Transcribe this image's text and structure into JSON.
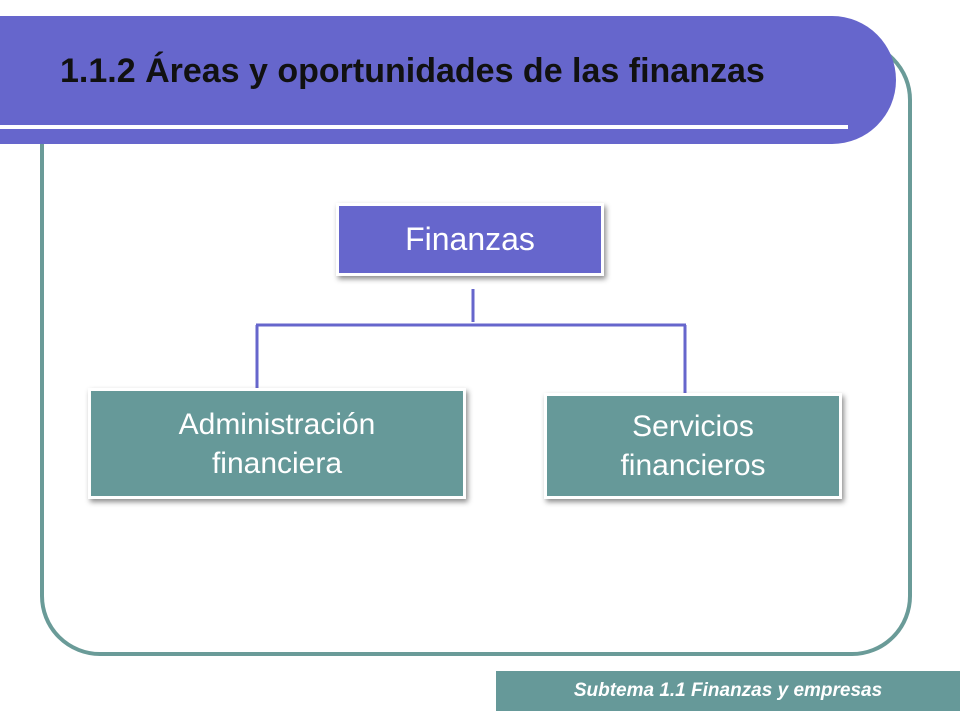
{
  "slide": {
    "title": "1.1.2 Áreas y oportunidades de las finanzas",
    "footer": "Subtema 1.1 Finanzas y empresas"
  },
  "diagram": {
    "root": {
      "label": "Finanzas"
    },
    "children": [
      {
        "line1": "Administración",
        "line2": "financiera"
      },
      {
        "line1": "Servicios",
        "line2": "financieros"
      }
    ]
  },
  "colors": {
    "banner": "#6666cc",
    "frame": "#6a9b98",
    "node_primary": "#6666cc",
    "node_secondary": "#669999",
    "connector": "#6666cc"
  }
}
